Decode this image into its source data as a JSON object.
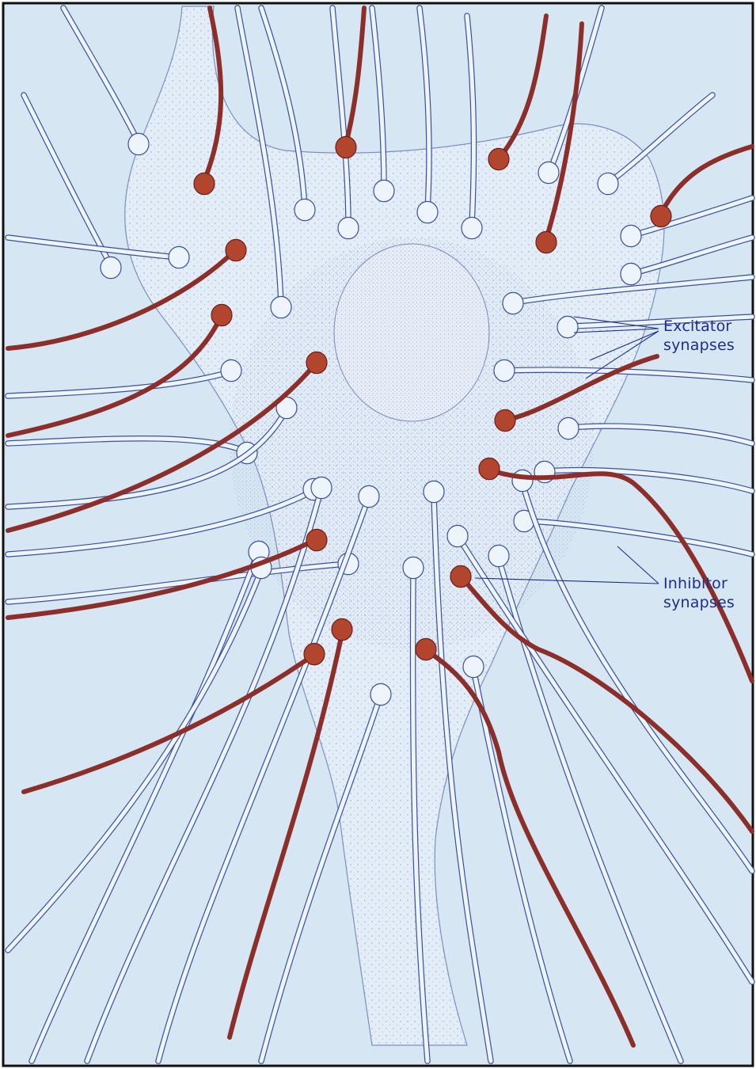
{
  "labels": {
    "excitatory_line1": "Excitator",
    "excitatory_line2": "synapses",
    "inhibitory_line1": "Inhibitor",
    "inhibitory_line2": "synapses"
  },
  "colors": {
    "background": "#d6e6f2",
    "excitatory_axon_stroke": "#3a4fa0",
    "excitatory_axon_fill": "#eef4fb",
    "inhibitory_axon": "#8c2f2a",
    "inhibitory_bouton": "#b2452e",
    "cell_stipple": "#6f7fb4",
    "label_text": "#1f2d8a"
  }
}
